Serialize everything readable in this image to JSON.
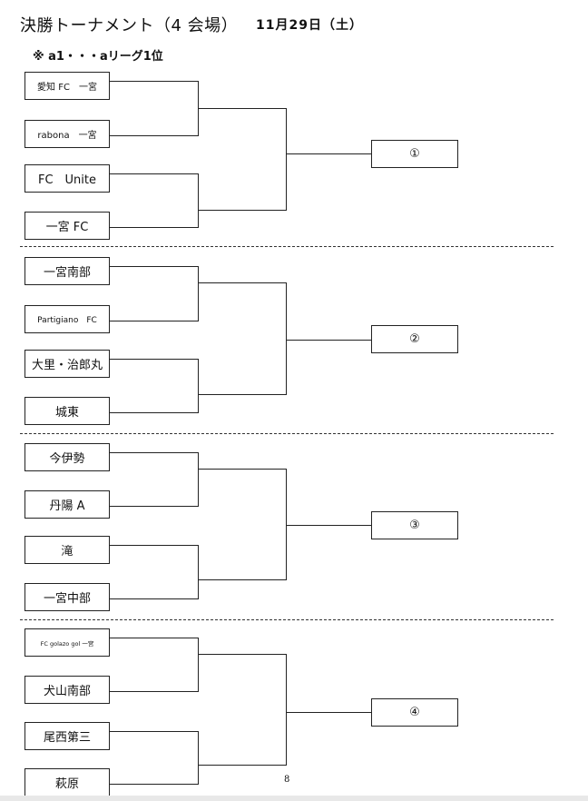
{
  "header": {
    "title": "決勝トーナメント（4 会場）",
    "date": "11月29日（土）",
    "note": "※ a1・・・aリーグ1位"
  },
  "brackets": [
    {
      "teams": [
        "愛知 FC　一宮",
        "rabona　一宮",
        "FC　Unite",
        "一宮 FC"
      ],
      "winner": "①"
    },
    {
      "teams": [
        "一宮南部",
        "Partigiano　FC",
        "大里・治郎丸",
        "城東"
      ],
      "winner": "②"
    },
    {
      "teams": [
        "今伊勢",
        "丹陽 A",
        "滝",
        "一宮中部"
      ],
      "winner": "③"
    },
    {
      "teams": [
        "FC golazo gol 一宮",
        "犬山南部",
        "尾西第三",
        "萩原"
      ],
      "winner": "④"
    }
  ],
  "page_number": "8"
}
